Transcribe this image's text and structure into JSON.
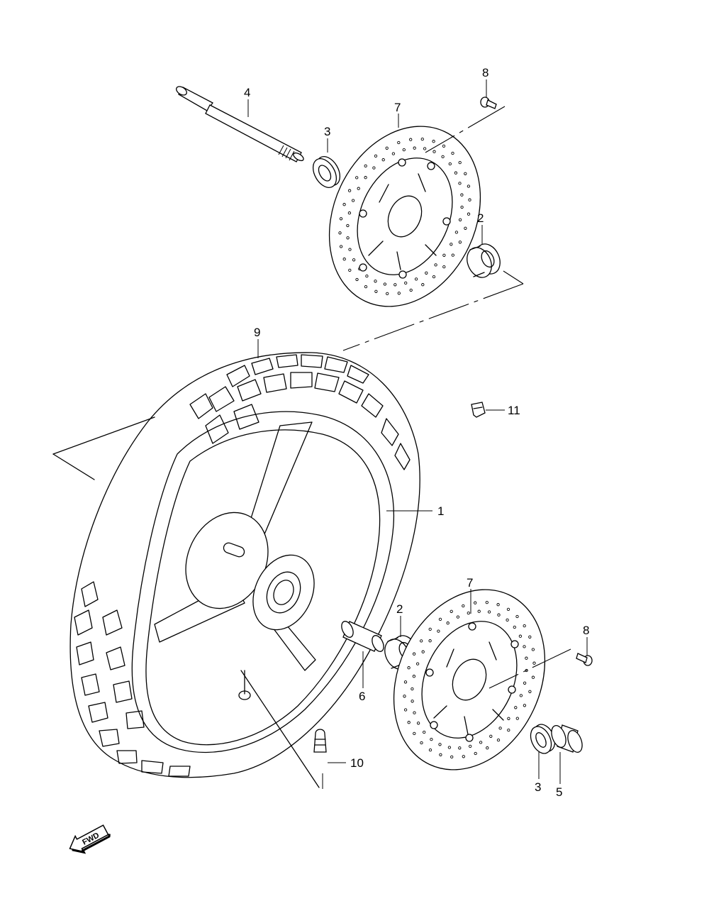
{
  "diagram": {
    "callouts": [
      {
        "id": "c1",
        "label": "1"
      },
      {
        "id": "c2a",
        "label": "2"
      },
      {
        "id": "c2b",
        "label": "2"
      },
      {
        "id": "c3a",
        "label": "3"
      },
      {
        "id": "c3b",
        "label": "3"
      },
      {
        "id": "c4",
        "label": "4"
      },
      {
        "id": "c5",
        "label": "5"
      },
      {
        "id": "c6",
        "label": "6"
      },
      {
        "id": "c7a",
        "label": "7"
      },
      {
        "id": "c7b",
        "label": "7"
      },
      {
        "id": "c8a",
        "label": "8"
      },
      {
        "id": "c8b",
        "label": "8"
      },
      {
        "id": "c9",
        "label": "9"
      },
      {
        "id": "c10",
        "label": "10"
      },
      {
        "id": "c11",
        "label": "11"
      }
    ],
    "forward_badge": "FWD"
  }
}
